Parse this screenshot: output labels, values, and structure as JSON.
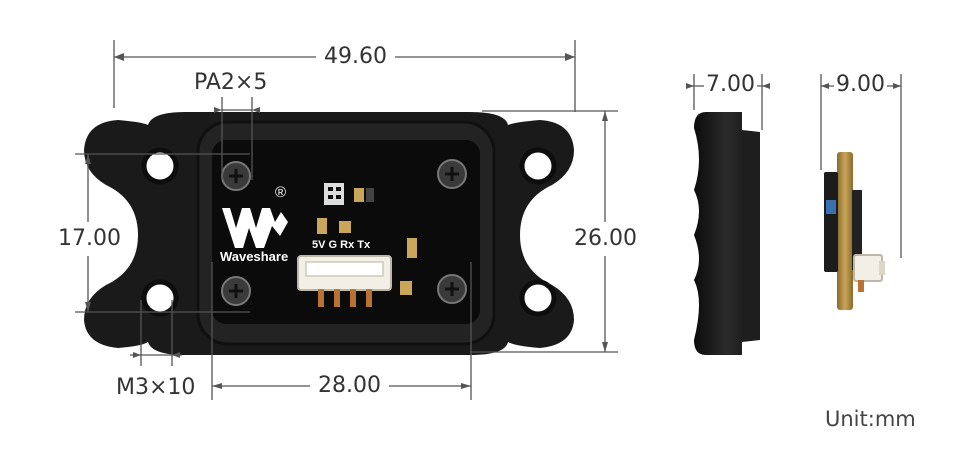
{
  "dimensions": {
    "total_width": "49.60",
    "mount_holes": "PA2×5",
    "hole_spacing_vertical": "17.00",
    "height": "26.00",
    "screw_holes": "M3×10",
    "pcb_hole_spacing": "28.00",
    "side_thickness": "7.00",
    "pcb_profile_thickness": "9.00"
  },
  "pcb": {
    "brand": "Waveshare",
    "registered_mark": "®",
    "pin_labels": "5V G Rx Tx"
  },
  "unit": "Unit:mm",
  "colors": {
    "housing": "#1a1a1a",
    "pcb": "#0b0b0b",
    "connector": "#f2efe6",
    "pins": "#b87333",
    "pcb_edge": "#b08b3e"
  }
}
